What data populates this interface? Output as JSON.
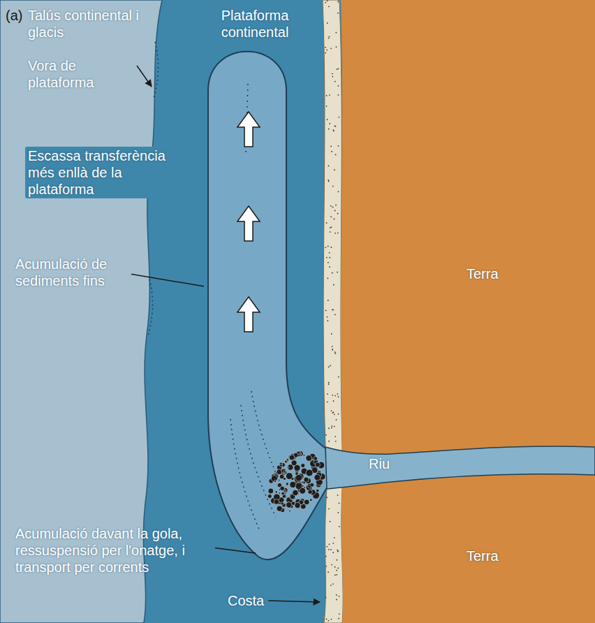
{
  "diagram": {
    "labels": [
      "(a)",
      "Talús continental i glacis",
      "Plataforma continental",
      "Vora de plataforma",
      "Escassa transferència més enllà de la plataforma",
      "Acumulació de sediments fins",
      "Acumulació davant la gola, ressuspensió per l'onatge, i transport per corrents",
      "Riu",
      "Terra",
      "Terra",
      "Costa"
    ]
  }
}
